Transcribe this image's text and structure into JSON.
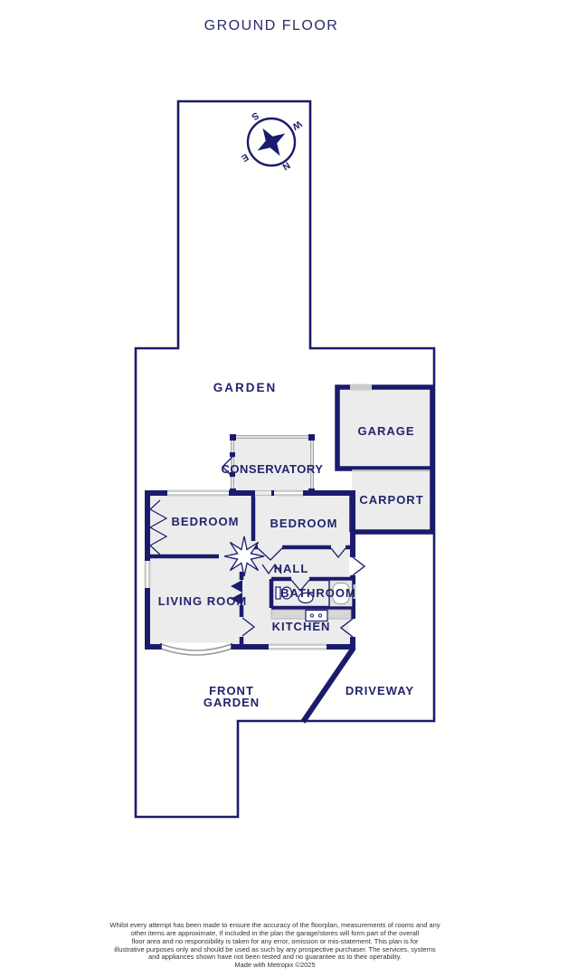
{
  "title": "GROUND FLOOR",
  "compass": {
    "n": "N",
    "e": "E",
    "s": "S",
    "w": "W"
  },
  "colors": {
    "wall_navy": "#1b1b6d",
    "label_navy": "#23236e",
    "room_fill": "#ececec",
    "window_gray": "#cbcbcb",
    "background": "#fffffd"
  },
  "rooms": {
    "garden": "GARDEN",
    "garage": "GARAGE",
    "conservatory": "CONSERVATORY",
    "carport": "CARPORT",
    "bedroom_left": "BEDROOM",
    "bedroom_right": "BEDROOM",
    "hall": "HALL",
    "bathroom": "BATHROOM",
    "living_room": "LIVING ROOM",
    "kitchen": "KITCHEN",
    "front_garden_line1": "FRONT",
    "front_garden_line2": "GARDEN",
    "driveway": "DRIVEWAY"
  },
  "footer": {
    "lines": [
      "Whilst every attempt has been made to ensure the accuracy of the floorplan, measurements of rooms and any",
      "other items are approximate, If included in the plan the garage/stores will form part of the overall",
      "floor area and no responsibility is taken for any error, omission or mis-statement. This plan is for",
      "illustrative purposes only and should be used as such by any prospective purchaser. The services, systems",
      "and appliances shown have not been tested and no guarantee as to their operability.",
      "Made with Metropix ©2025"
    ]
  }
}
